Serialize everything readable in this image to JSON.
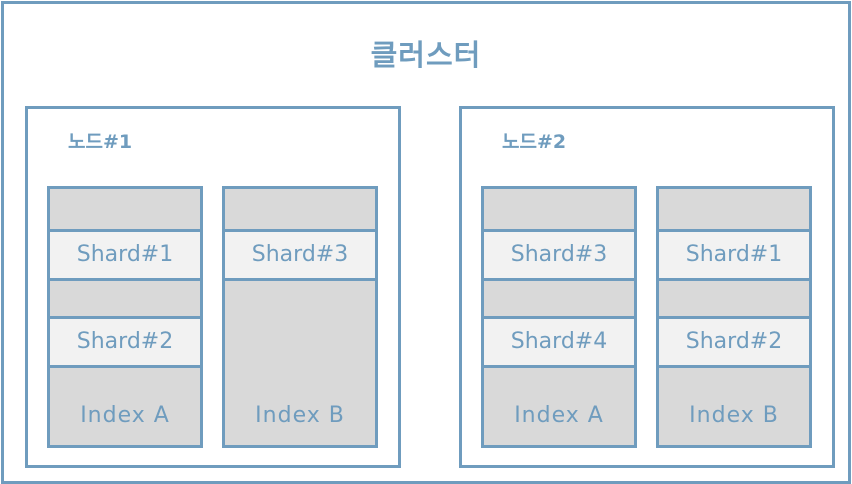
{
  "title": "클러스터",
  "nodes": [
    {
      "label": "노드#1",
      "indexes": [
        {
          "name": "Index  A",
          "shards": [
            "Shard#1",
            "Shard#2"
          ]
        },
        {
          "name": "Index B",
          "shards": [
            "Shard#3"
          ]
        }
      ]
    },
    {
      "label": "노드#2",
      "indexes": [
        {
          "name": "Index  A",
          "shards": [
            "Shard#3",
            "Shard#4"
          ]
        },
        {
          "name": "Index B",
          "shards": [
            "Shard#1",
            "Shard#2"
          ]
        }
      ]
    }
  ]
}
